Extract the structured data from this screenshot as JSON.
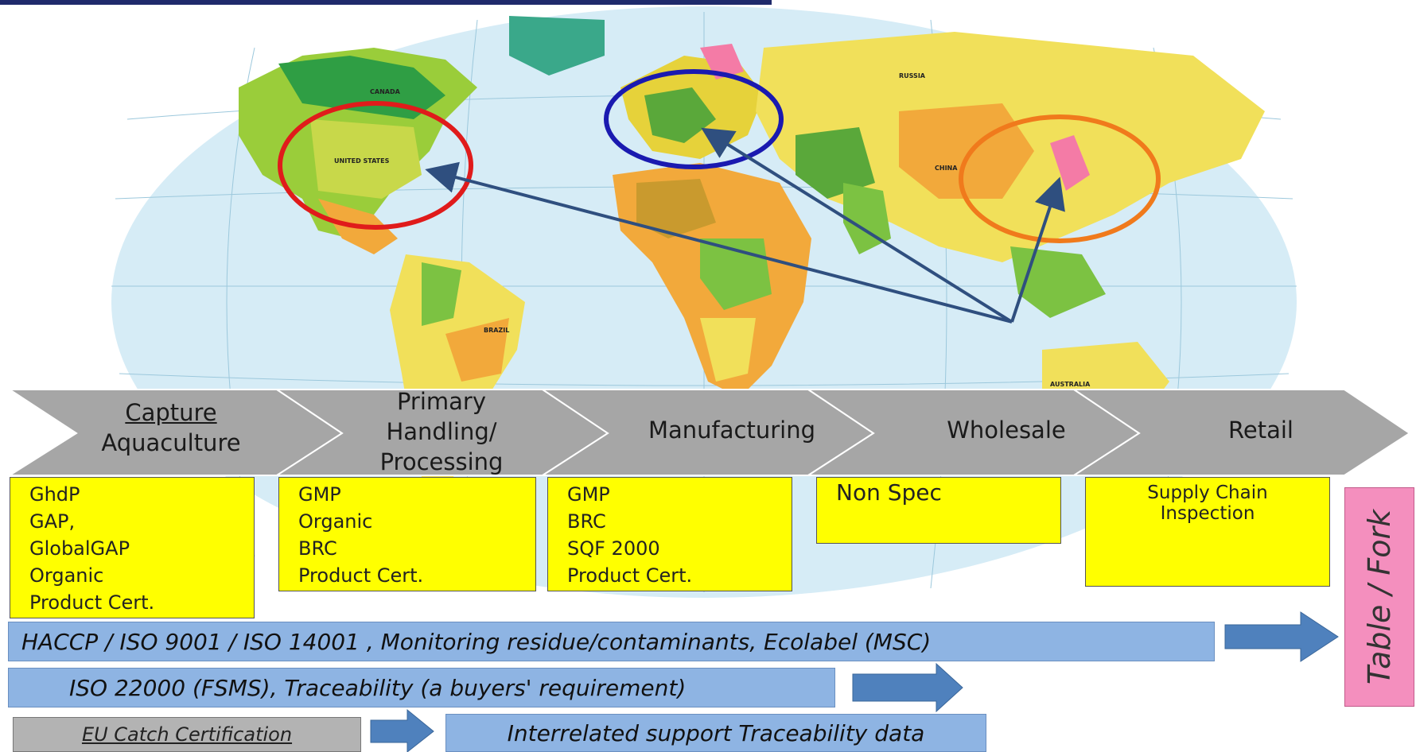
{
  "stages": [
    {
      "lines": [
        "Capture",
        "Aquaculture"
      ],
      "underline_first": true
    },
    {
      "lines": [
        "Primary",
        "Handling/",
        "Processing"
      ],
      "underline_first": false
    },
    {
      "lines": [
        "Manufacturing"
      ],
      "underline_first": false
    },
    {
      "lines": [
        "Wholesale"
      ],
      "underline_first": false
    },
    {
      "lines": [
        "Retail"
      ],
      "underline_first": false
    }
  ],
  "certifications": [
    [
      "GhdP",
      "GAP,",
      "GlobalGAP",
      "Organic",
      "Product Cert."
    ],
    [
      "GMP",
      "Organic",
      "BRC",
      "Product Cert."
    ],
    [
      "GMP",
      "BRC",
      "SQF 2000",
      "Product Cert."
    ],
    [
      "Non Spec"
    ],
    [
      "Supply Chain",
      "Inspection"
    ]
  ],
  "bands": {
    "haccp": "HACCP / ISO 9001 / ISO 14001 , Monitoring residue/contaminants, Ecolabel (MSC)",
    "iso22000": "ISO 22000 (FSMS), Traceability (a buyers' requirement)",
    "eu_catch": "EU Catch Certification",
    "interrelated": "Interrelated support Traceability data"
  },
  "endpoint": "Table / Fork",
  "map_labels": {
    "canada": "CANADA",
    "usa": "UNITED STATES",
    "brazil": "BRAZIL",
    "russia": "RUSSIA",
    "china": "CHINA",
    "australia": "AUSTRALIA"
  },
  "colors": {
    "chevron": "#a6a6a6",
    "cert_box": "#ffff00",
    "band": "#8eb4e3",
    "arrow": "#4f81bd",
    "table_fork": "#f48fbe",
    "header_bar": "#1f2a6b",
    "circle_usa": "#e01b1b",
    "circle_europe": "#1a1ab0",
    "circle_asia": "#f07a1c",
    "trade_arrow": "#2f4f7f"
  }
}
